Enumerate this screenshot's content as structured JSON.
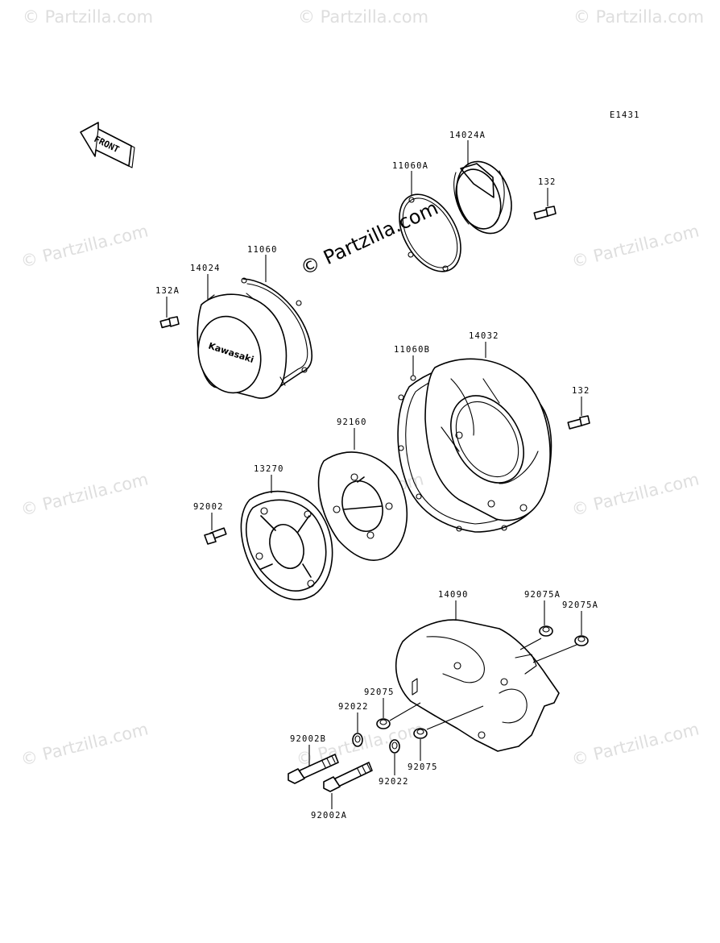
{
  "diagram_code": "E1431",
  "front_label": "FRONT",
  "logo_text": "Kawasaki",
  "watermarks": {
    "center": "© Partzilla.com",
    "repeat": "© Partzilla.com"
  },
  "part_labels": {
    "p14024A": "14024A",
    "p11060A": "11060A",
    "p132_top": "132",
    "p11060": "11060",
    "p14024": "14024",
    "p132A": "132A",
    "p14032": "14032",
    "p11060B": "11060B",
    "p132_mid": "132",
    "p92160": "92160",
    "p13270": "13270",
    "p92002": "92002",
    "p14090": "14090",
    "p92075A_1": "92075A",
    "p92075A_2": "92075A",
    "p92075_1": "92075",
    "p92022_1": "92022",
    "p92002B": "92002B",
    "p92022_2": "92022",
    "p92075_2": "92075",
    "p92002A": "92002A"
  }
}
